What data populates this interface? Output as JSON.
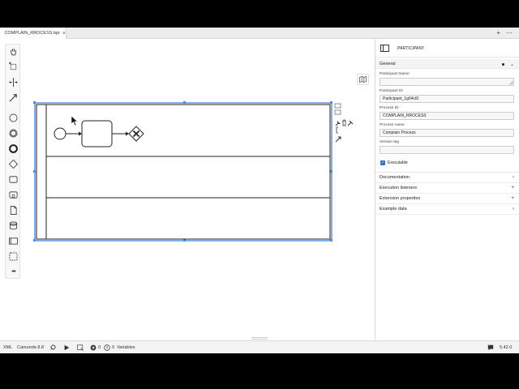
{
  "tab": {
    "file_name": "COMPLAIN_RROCESS.bpr",
    "close_glyph": "×",
    "new_tab_glyph": "+",
    "more_glyph": "⋯"
  },
  "palette": {
    "tools": [
      "hand-tool-icon",
      "lasso-tool-icon",
      "space-tool-icon",
      "connect-tool-icon",
      "start-event-icon",
      "intermediate-event-icon",
      "end-event-icon",
      "gateway-icon",
      "task-icon",
      "subprocess-icon",
      "data-object-icon",
      "data-store-icon",
      "pool-icon",
      "group-icon",
      "more-tools-icon"
    ],
    "more_glyph": "•••"
  },
  "diagram": {
    "selection_color": "#4a90d9",
    "stroke_color": "#222222"
  },
  "properties": {
    "element_type": "PARTICIPANT",
    "general": {
      "title": "General",
      "chevron": "⌄",
      "participant_name_label": "Participant Name",
      "participant_name_value": "",
      "participant_id_label": "Participant ID",
      "participant_id_value": "Participant_1g64ct0",
      "process_id_label": "Process ID",
      "process_id_value": "COMPLAIN_RROCESS",
      "process_name_label": "Process name",
      "process_name_value": "Complain Process",
      "version_tag_label": "Version tag",
      "version_tag_value": "",
      "executable_label": "Executable",
      "executable_checked": true,
      "check_glyph": "✓"
    },
    "sections": [
      {
        "label": "Documentation",
        "action": "›"
      },
      {
        "label": "Execution listeners",
        "action": "+"
      },
      {
        "label": "Extension properties",
        "action": "+"
      },
      {
        "label": "Example data",
        "action": "›"
      }
    ]
  },
  "statusbar": {
    "format": "XML",
    "engine": "Camunda 8.8",
    "errors": "0",
    "warnings": "0",
    "variables_label": "Variables",
    "version": "5.42.0"
  }
}
